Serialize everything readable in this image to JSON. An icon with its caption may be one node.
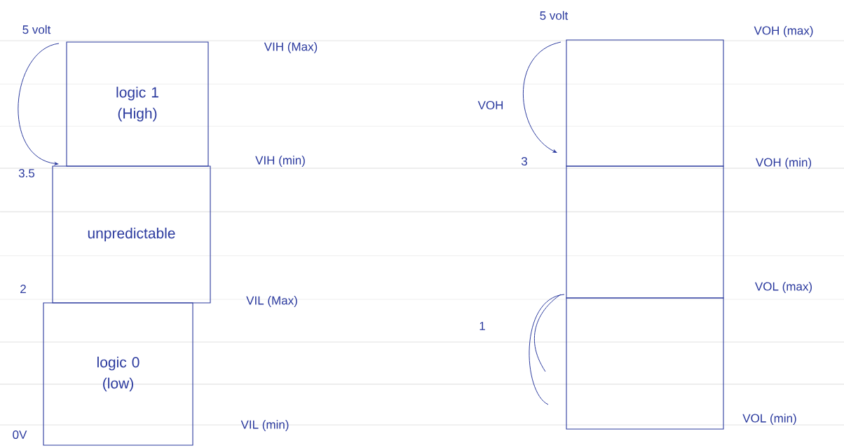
{
  "diagram": {
    "nodes": [
      {
        "text": [
          "logic 1 (High)"
        ]
      },
      {
        "text": [
          "unpredictable"
        ]
      },
      {
        "text": [
          "logic 0 (low)"
        ]
      },
      {
        "text": [],
        "shape": "box"
      },
      {
        "text": [],
        "shape": "box"
      },
      {
        "text": [],
        "shape": "box"
      }
    ],
    "labels": [
      "5 volt",
      "VIH (Max)",
      "3.5",
      "VIH (min)",
      "2",
      "VIL (Max)",
      "0V",
      "VIL (min)",
      "5 volt",
      "VOH (max)",
      "VOH",
      "3",
      "VOH (min)",
      "1",
      "VOL (max)",
      "VOL (min)"
    ]
  }
}
